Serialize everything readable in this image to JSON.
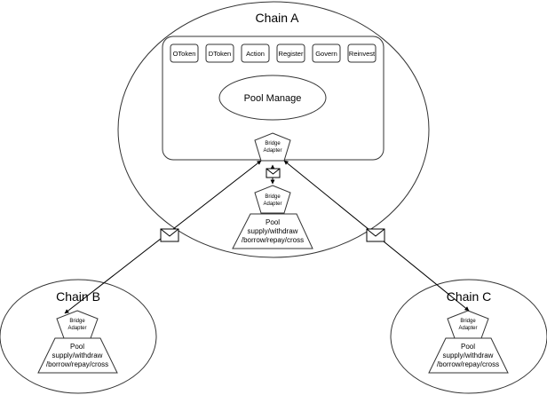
{
  "chains": {
    "a": {
      "title": "Chain A"
    },
    "b": {
      "title": "Chain B"
    },
    "c": {
      "title": "Chain C"
    }
  },
  "modules": [
    {
      "label": "OToken"
    },
    {
      "label": "DToken"
    },
    {
      "label": "Action"
    },
    {
      "label": "Register"
    },
    {
      "label": "Govern"
    },
    {
      "label": "Reinvest"
    }
  ],
  "pool_manage": {
    "label": "Pool Manage"
  },
  "bridge_adapter": {
    "line1": "Bridge",
    "line2": "Adapter"
  },
  "pool": {
    "line1": "Pool",
    "line2": "supply/withdraw",
    "line3": "/borrow/repay/cross"
  },
  "icons": {
    "message": "envelope-icon",
    "arrow": "arrowhead-icon"
  },
  "colors": {
    "stroke": "#333333",
    "fill": "#ffffff",
    "text": "#000000"
  }
}
